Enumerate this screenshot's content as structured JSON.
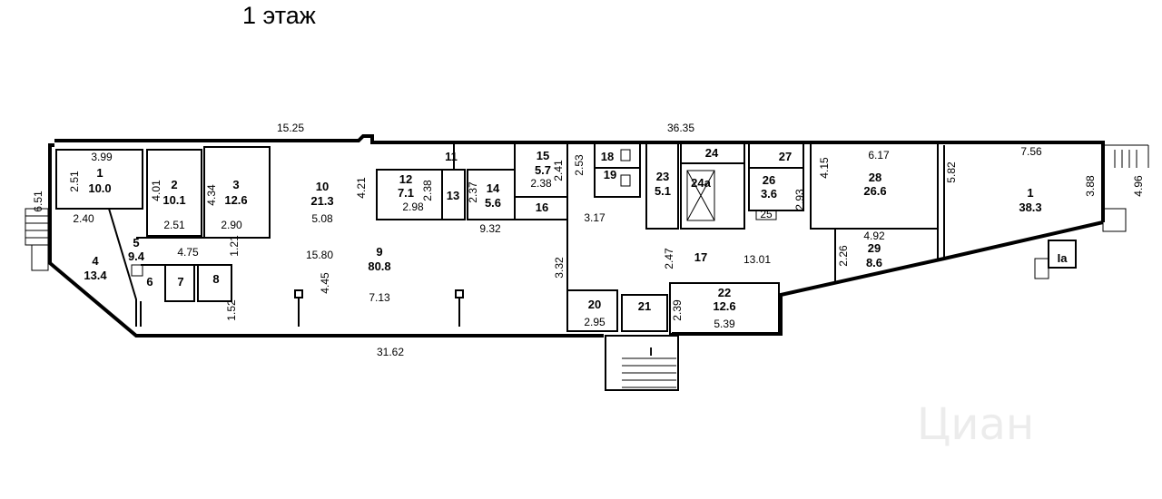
{
  "title": "1 этаж",
  "watermark": "Циан",
  "rooms": [
    {
      "id": "r1a",
      "num": "1",
      "area": "10.0"
    },
    {
      "id": "r2",
      "num": "2",
      "area": "10.1"
    },
    {
      "id": "r3",
      "num": "3",
      "area": "12.6"
    },
    {
      "id": "r4",
      "num": "4",
      "area": "13.4"
    },
    {
      "id": "r5",
      "num": "5",
      "area": "9.4"
    },
    {
      "id": "r6",
      "num": "6",
      "area": ""
    },
    {
      "id": "r7",
      "num": "7",
      "area": ""
    },
    {
      "id": "r8",
      "num": "8",
      "area": ""
    },
    {
      "id": "r9",
      "num": "9",
      "area": "80.8"
    },
    {
      "id": "r10",
      "num": "10",
      "area": "21.3"
    },
    {
      "id": "r11",
      "num": "11",
      "area": ""
    },
    {
      "id": "r12",
      "num": "12",
      "area": "7.1"
    },
    {
      "id": "r13",
      "num": "13",
      "area": ""
    },
    {
      "id": "r14",
      "num": "14",
      "area": "5.6"
    },
    {
      "id": "r15",
      "num": "15",
      "area": "5.7"
    },
    {
      "id": "r16",
      "num": "16",
      "area": ""
    },
    {
      "id": "r17",
      "num": "17",
      "area": ""
    },
    {
      "id": "r18",
      "num": "18",
      "area": ""
    },
    {
      "id": "r19",
      "num": "19",
      "area": ""
    },
    {
      "id": "r20",
      "num": "20",
      "area": ""
    },
    {
      "id": "r21",
      "num": "21",
      "area": ""
    },
    {
      "id": "r22",
      "num": "22",
      "area": "12.6"
    },
    {
      "id": "r23",
      "num": "23",
      "area": "5.1"
    },
    {
      "id": "r24",
      "num": "24",
      "area": ""
    },
    {
      "id": "r24a",
      "num": "24а",
      "area": ""
    },
    {
      "id": "r25",
      "num": "25",
      "area": ""
    },
    {
      "id": "r26",
      "num": "26",
      "area": "3.6"
    },
    {
      "id": "r27",
      "num": "27",
      "area": ""
    },
    {
      "id": "r28",
      "num": "28",
      "area": "26.6"
    },
    {
      "id": "r29",
      "num": "29",
      "area": "8.6"
    },
    {
      "id": "r1b",
      "num": "1",
      "area": "38.3"
    },
    {
      "id": "entI",
      "num": "I",
      "area": ""
    },
    {
      "id": "entIa",
      "num": "Ia",
      "area": ""
    }
  ],
  "dimensions": [
    "15.25",
    "36.35",
    "3.99",
    "2.51",
    "6.51",
    "2.40",
    "4.01",
    "2.51",
    "4.34",
    "2.90",
    "4.75",
    "1.21",
    "1.52",
    "4.45",
    "15.80",
    "7.13",
    "31.62",
    "4.21",
    "5.08",
    "2.38",
    "2.98",
    "2.37",
    "9.32",
    "2.38",
    "2.41",
    "2.53",
    "3.17",
    "3.32",
    "2.47",
    "13.01",
    "2.95",
    "2.39",
    "5.39",
    "2.93",
    "4.15",
    "6.17",
    "4.92",
    "2.26",
    "5.82",
    "7.56",
    "3.88",
    "4.96"
  ]
}
